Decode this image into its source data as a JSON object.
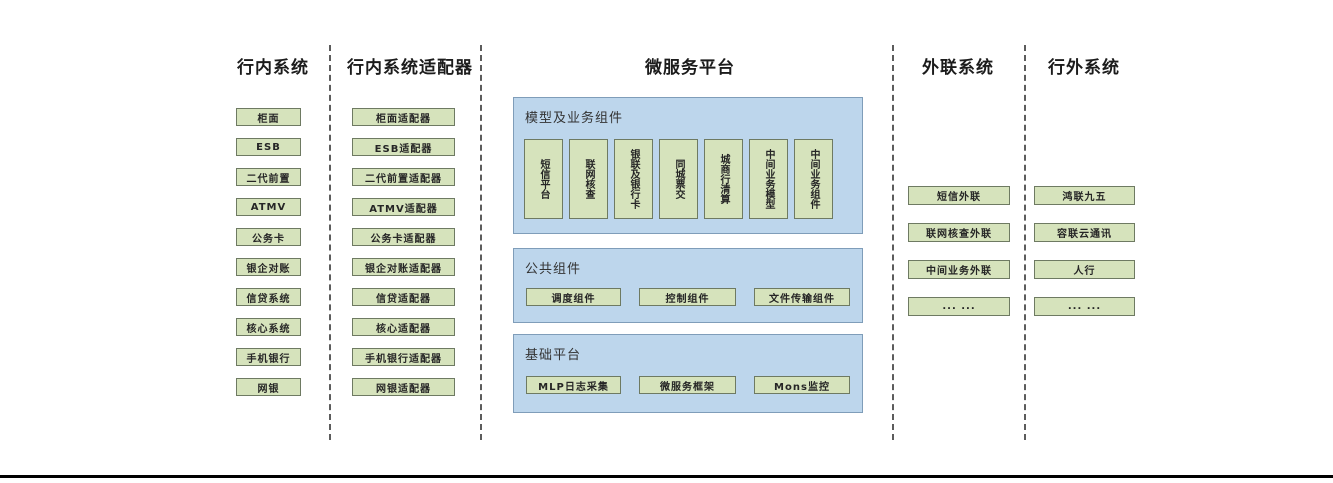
{
  "colors": {
    "item_fill": "#d6e3bc",
    "item_border": "#6e7a62",
    "panel_fill": "#bdd6ec",
    "panel_border": "#7f9db9",
    "divider": "#5c5c5c",
    "title_text": "#1c1c1c"
  },
  "diagram": {
    "columns": [
      {
        "title": "行内系统",
        "items": [
          "柜面",
          "ESB",
          "二代前置",
          "ATMV",
          "公务卡",
          "银企对账",
          "信贷系统",
          "核心系统",
          "手机银行",
          "网银"
        ]
      },
      {
        "title": "行内系统适配器",
        "items": [
          "柜面适配器",
          "ESB适配器",
          "二代前置适配器",
          "ATMV适配器",
          "公务卡适配器",
          "银企对账适配器",
          "信贷适配器",
          "核心适配器",
          "手机银行适配器",
          "网银适配器"
        ]
      },
      {
        "title": "微服务平台",
        "groups": [
          {
            "label": "模型及业务组件",
            "items": [
              "短信平台",
              "联网核查",
              "银联及银行卡",
              "同城票交",
              "城商行清算",
              "中间业务模型",
              "中间业务组件"
            ]
          },
          {
            "label": "公共组件",
            "items": [
              "调度组件",
              "控制组件",
              "文件传输组件"
            ]
          },
          {
            "label": "基础平台",
            "items": [
              "MLP日志采集",
              "微服务框架",
              "Mons监控"
            ]
          }
        ]
      },
      {
        "title": "外联系统",
        "items": [
          "短信外联",
          "联网核查外联",
          "中间业务外联",
          "... ..."
        ]
      },
      {
        "title": "行外系统",
        "items": [
          "鸿联九五",
          "容联云通讯",
          "人行",
          "... ..."
        ]
      }
    ]
  }
}
